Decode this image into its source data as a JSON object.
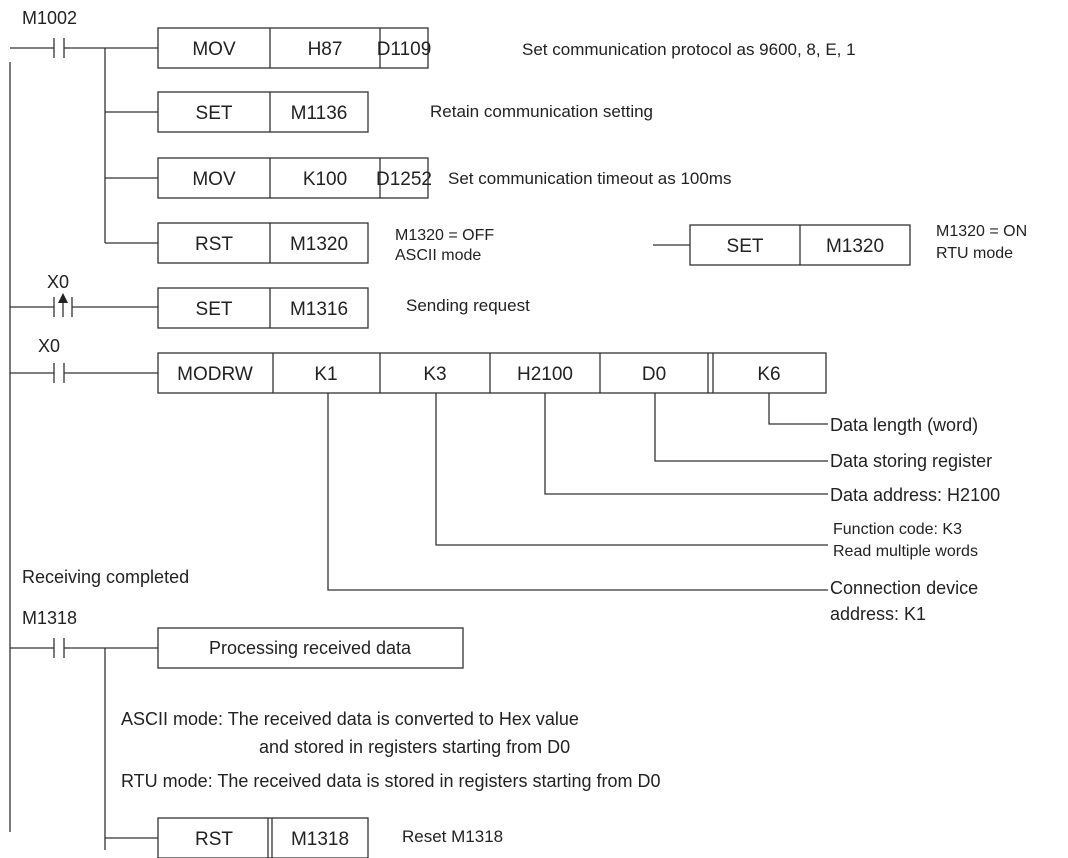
{
  "rungs": {
    "m1002_contact": "M1002",
    "x0_pulse_contact": "X0",
    "x0_contact": "X0",
    "receiving_completed": "Receiving completed",
    "m1318_contact": "M1318"
  },
  "instr_mov1": {
    "op": "MOV",
    "src": "H87",
    "dst": "D1109",
    "note": "Set communication protocol as 9600, 8, E, 1"
  },
  "instr_set1136": {
    "op": "SET",
    "dev": "M1136",
    "note": "Retain communication setting"
  },
  "instr_mov2": {
    "op": "MOV",
    "src": "K100",
    "dst": "D1252",
    "note": "Set communication timeout as 100ms"
  },
  "instr_rst1320": {
    "op": "RST",
    "dev": "M1320",
    "note1": "M1320 = OFF",
    "note2": "ASCII mode"
  },
  "instr_set1320": {
    "op": "SET",
    "dev": "M1320",
    "note1": "M1320 = ON",
    "note2": "RTU  mode"
  },
  "instr_set1316": {
    "op": "SET",
    "dev": "M1316",
    "note": "Sending request"
  },
  "modrw": {
    "op": "MODRW",
    "s1": "K1",
    "s2": "K3",
    "s3": "H2100",
    "s": "D0",
    "n": "K6",
    "desc_n": "Data length (word)",
    "desc_s": "Data storing register",
    "desc_s3": "Data address:  H2100",
    "desc_s2_a": "Function code: K3",
    "desc_s2_b": "Read multiple words",
    "desc_s1_a": "Connection device",
    "desc_s1_b": "address: K1"
  },
  "processing": {
    "label": "Processing received data"
  },
  "mode_notes": {
    "ascii_1": "ASCII mode: The received data is converted to Hex value",
    "ascii_2": "and stored in registers starting from D0",
    "rtu": "RTU mode: The received data is stored in registers starting from D0"
  },
  "instr_rst1318": {
    "op": "RST",
    "dev": "M1318",
    "note": "Reset M1318"
  }
}
